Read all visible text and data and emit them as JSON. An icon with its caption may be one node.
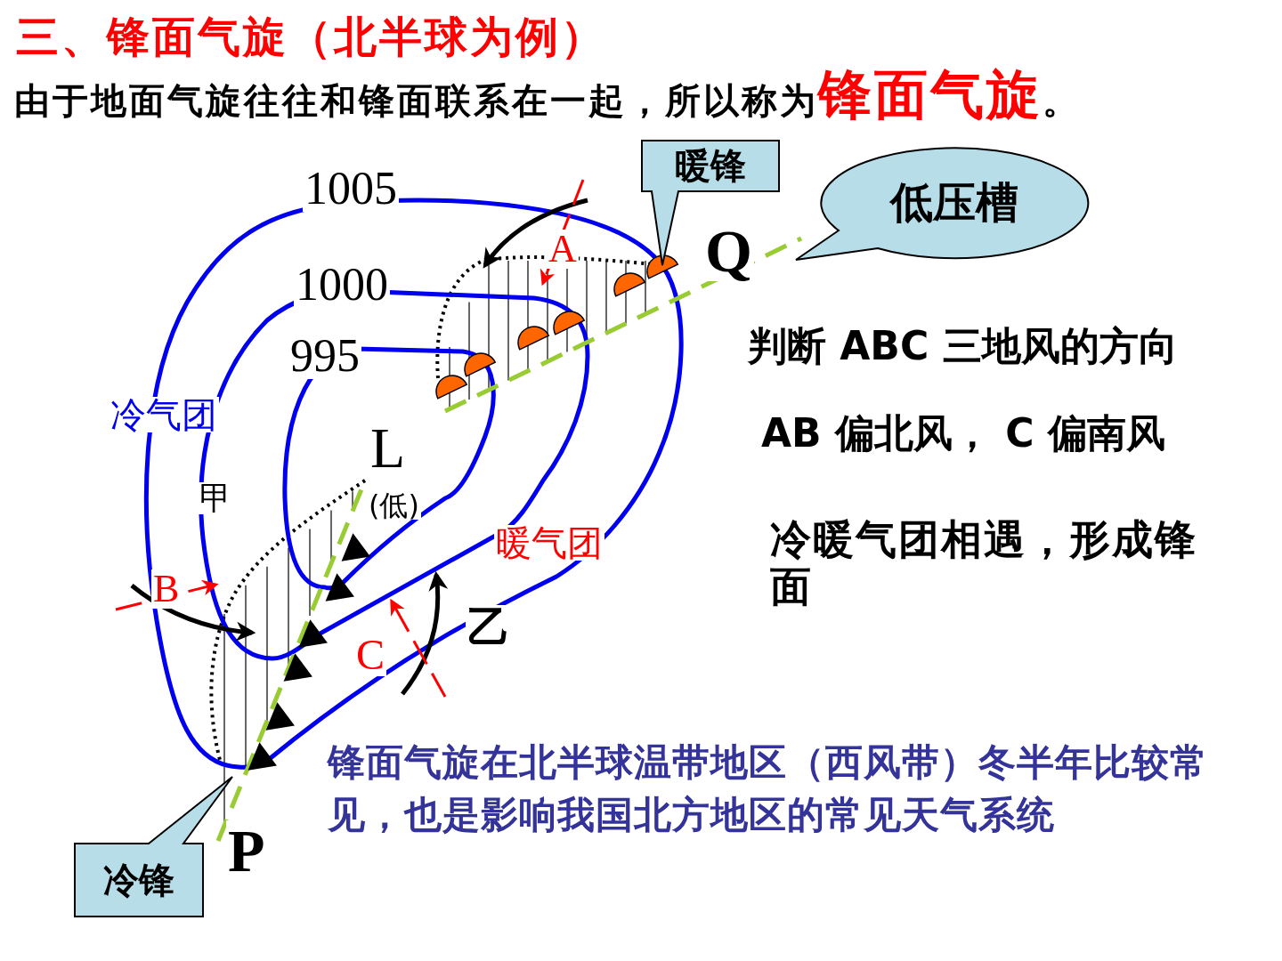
{
  "diagram": {
    "title": "三、锋面气旋（北半球为例）",
    "nodes": [
      {
        "text": [
          "暖锋"
        ]
      },
      {
        "text": [
          "低压槽"
        ]
      },
      {
        "text": [
          "冷锋"
        ]
      }
    ],
    "labels": [
      "由于地面气旋往往和锋面联系在一起，所以称为**锋面气旋**。",
      "1005",
      "1000",
      "995",
      "冷气团",
      "甲",
      "L",
      "(低)",
      "暖气团",
      "A",
      "Q",
      "B",
      "C",
      "乙",
      "P",
      "判断 ABC 三地风的方向",
      "AB 偏北风， C 偏南风",
      "冷暖气团相遇，形成锋面",
      "锋面气旋在北半球温带地区（西风带）冬半年比较常见，也是影响我国北方地区的常见天气系统"
    ]
  }
}
